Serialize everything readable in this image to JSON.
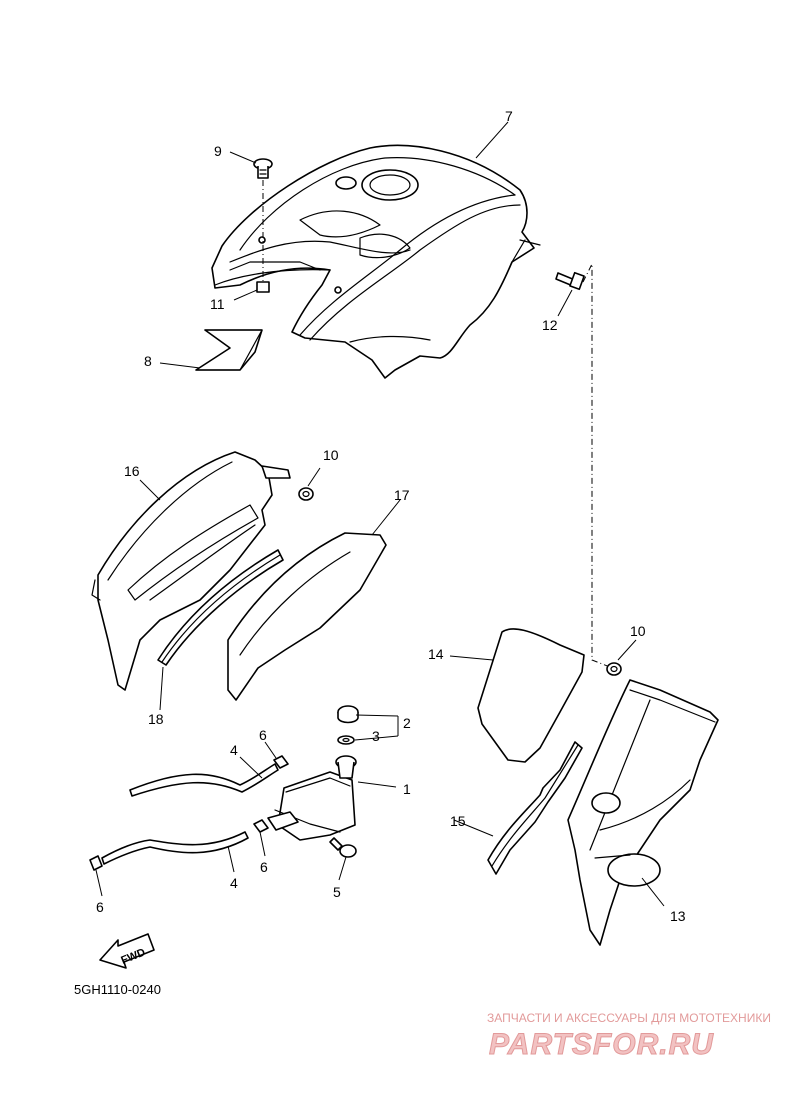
{
  "callouts": {
    "c1": "1",
    "c2": "2",
    "c3": "3",
    "c4a": "4",
    "c4b": "4",
    "c5": "5",
    "c6a": "6",
    "c6b": "6",
    "c6c": "6",
    "c7": "7",
    "c8": "8",
    "c9": "9",
    "c10a": "10",
    "c10b": "10",
    "c11": "11",
    "c12": "12",
    "c13": "13",
    "c14": "14",
    "c15": "15",
    "c16": "16",
    "c17": "17",
    "c18": "18"
  },
  "direction_label": "FWD",
  "diagram_code": "5GH1110-0240",
  "watermark": {
    "tagline": "ЗАПЧАСТИ И АКСЕССУАРЫ ДЛЯ МОТОТЕХНИКИ",
    "brand": "PARTSFOR.RU",
    "colors": {
      "text": "#f2c2c2",
      "outline": "#e29a9a"
    }
  }
}
